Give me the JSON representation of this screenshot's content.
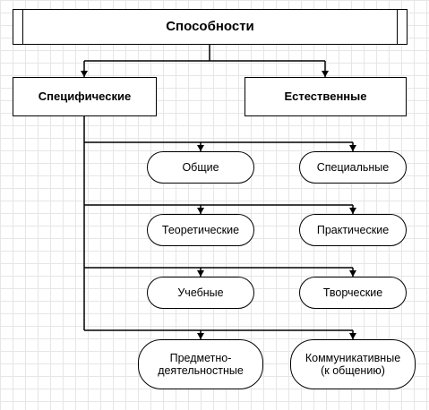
{
  "diagram": {
    "root": {
      "label": "Способности"
    },
    "branches": {
      "specific": {
        "label": "Специфические"
      },
      "natural": {
        "label": "Естественные"
      }
    },
    "kinds": [
      {
        "label": "Общие"
      },
      {
        "label": "Специальные"
      },
      {
        "label": "Теоретические"
      },
      {
        "label": "Практические"
      },
      {
        "label": "Учебные"
      },
      {
        "label": "Творческие"
      },
      {
        "label": "Предметно-\nдеятельностные"
      },
      {
        "label": "Коммуникативные\n(к общению)"
      }
    ]
  },
  "colors": {
    "line": "#000000",
    "grid": "#e6e6e6",
    "node_fill": "#ffffff"
  }
}
